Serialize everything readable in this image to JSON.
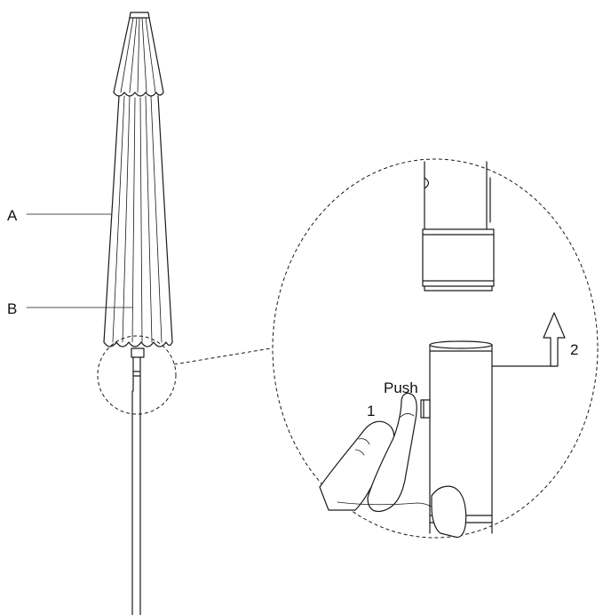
{
  "labels": {
    "part_a": "A",
    "part_b": "B",
    "step_1": "1",
    "step_2": "2",
    "push": "Push"
  },
  "icons": {
    "umbrella": "closed-umbrella-icon",
    "hand": "pressing-finger-icon",
    "arrow": "up-arrow-icon"
  },
  "colors": {
    "line": "#1a1a1a",
    "background": "#ffffff"
  }
}
